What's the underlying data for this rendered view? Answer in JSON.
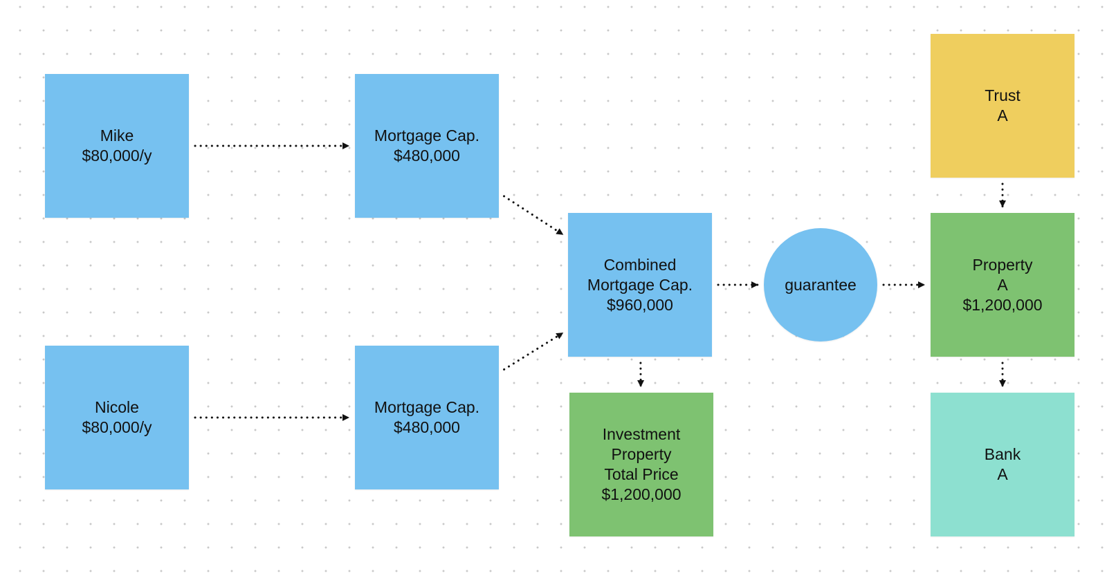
{
  "colors": {
    "blue": "#76c1f0",
    "green": "#7ec271",
    "yellow": "#efce5e",
    "teal": "#8de0d0",
    "connector": "#111111"
  },
  "nodes": {
    "mike": {
      "label": "Mike\n$80,000/y",
      "color": "blue"
    },
    "nicole": {
      "label": "Nicole\n$80,000/y",
      "color": "blue"
    },
    "mortgage_mike": {
      "label": "Mortgage Cap.\n$480,000",
      "color": "blue"
    },
    "mortgage_nicole": {
      "label": "Mortgage Cap.\n$480,000",
      "color": "blue"
    },
    "combined": {
      "label": "Combined\nMortgage Cap.\n$960,000",
      "color": "blue"
    },
    "investment": {
      "label": "Investment\nProperty\nTotal Price\n$1,200,000",
      "color": "green"
    },
    "guarantee": {
      "label": "guarantee",
      "color": "blue",
      "shape": "circle"
    },
    "property": {
      "label": "Property\nA\n$1,200,000",
      "color": "green"
    },
    "trust": {
      "label": "Trust\nA",
      "color": "yellow"
    },
    "bank": {
      "label": "Bank\nA",
      "color": "teal"
    }
  },
  "edges": [
    {
      "from": "mike",
      "to": "mortgage_mike"
    },
    {
      "from": "nicole",
      "to": "mortgage_nicole"
    },
    {
      "from": "mortgage_mike",
      "to": "combined"
    },
    {
      "from": "mortgage_nicole",
      "to": "combined"
    },
    {
      "from": "combined",
      "to": "investment"
    },
    {
      "from": "combined",
      "to": "guarantee"
    },
    {
      "from": "guarantee",
      "to": "property"
    },
    {
      "from": "trust",
      "to": "property"
    },
    {
      "from": "property",
      "to": "bank"
    }
  ]
}
